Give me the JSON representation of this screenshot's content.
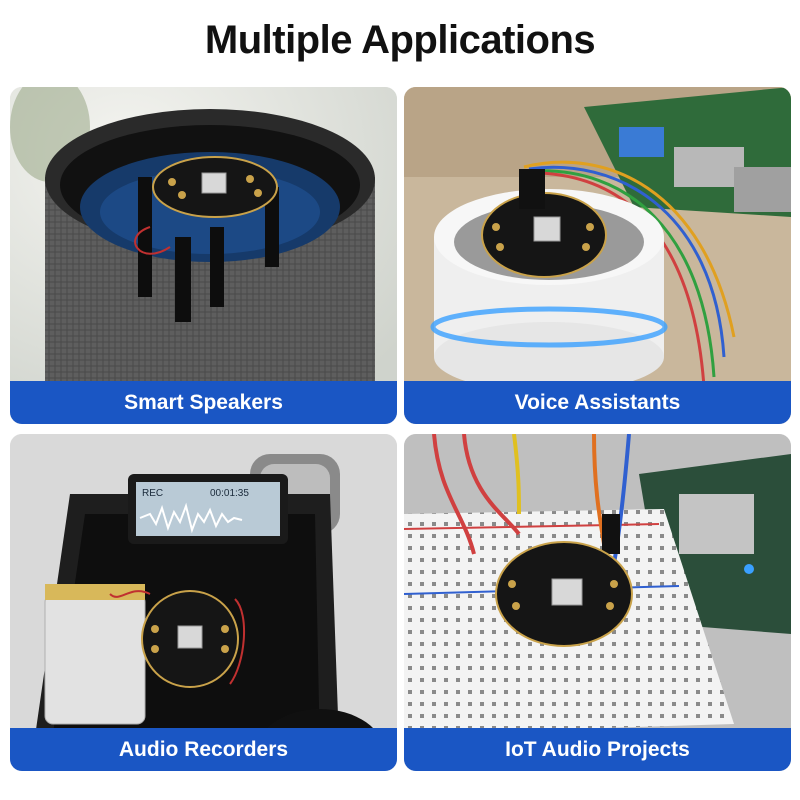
{
  "title": "Multiple Applications",
  "cards": [
    {
      "caption": "Smart Speakers"
    },
    {
      "caption": "Voice Assistants"
    },
    {
      "caption": "Audio Recorders",
      "screen": {
        "rec_label": "REC",
        "time": "00:01:35"
      }
    },
    {
      "caption": "IoT Audio Projects"
    }
  ],
  "colors": {
    "caption_bg": "#1a56c4",
    "caption_text": "#ffffff",
    "pcb_gold": "#c9a24a",
    "pcb_black": "#151515",
    "led_blue": "#3aa0ff"
  }
}
